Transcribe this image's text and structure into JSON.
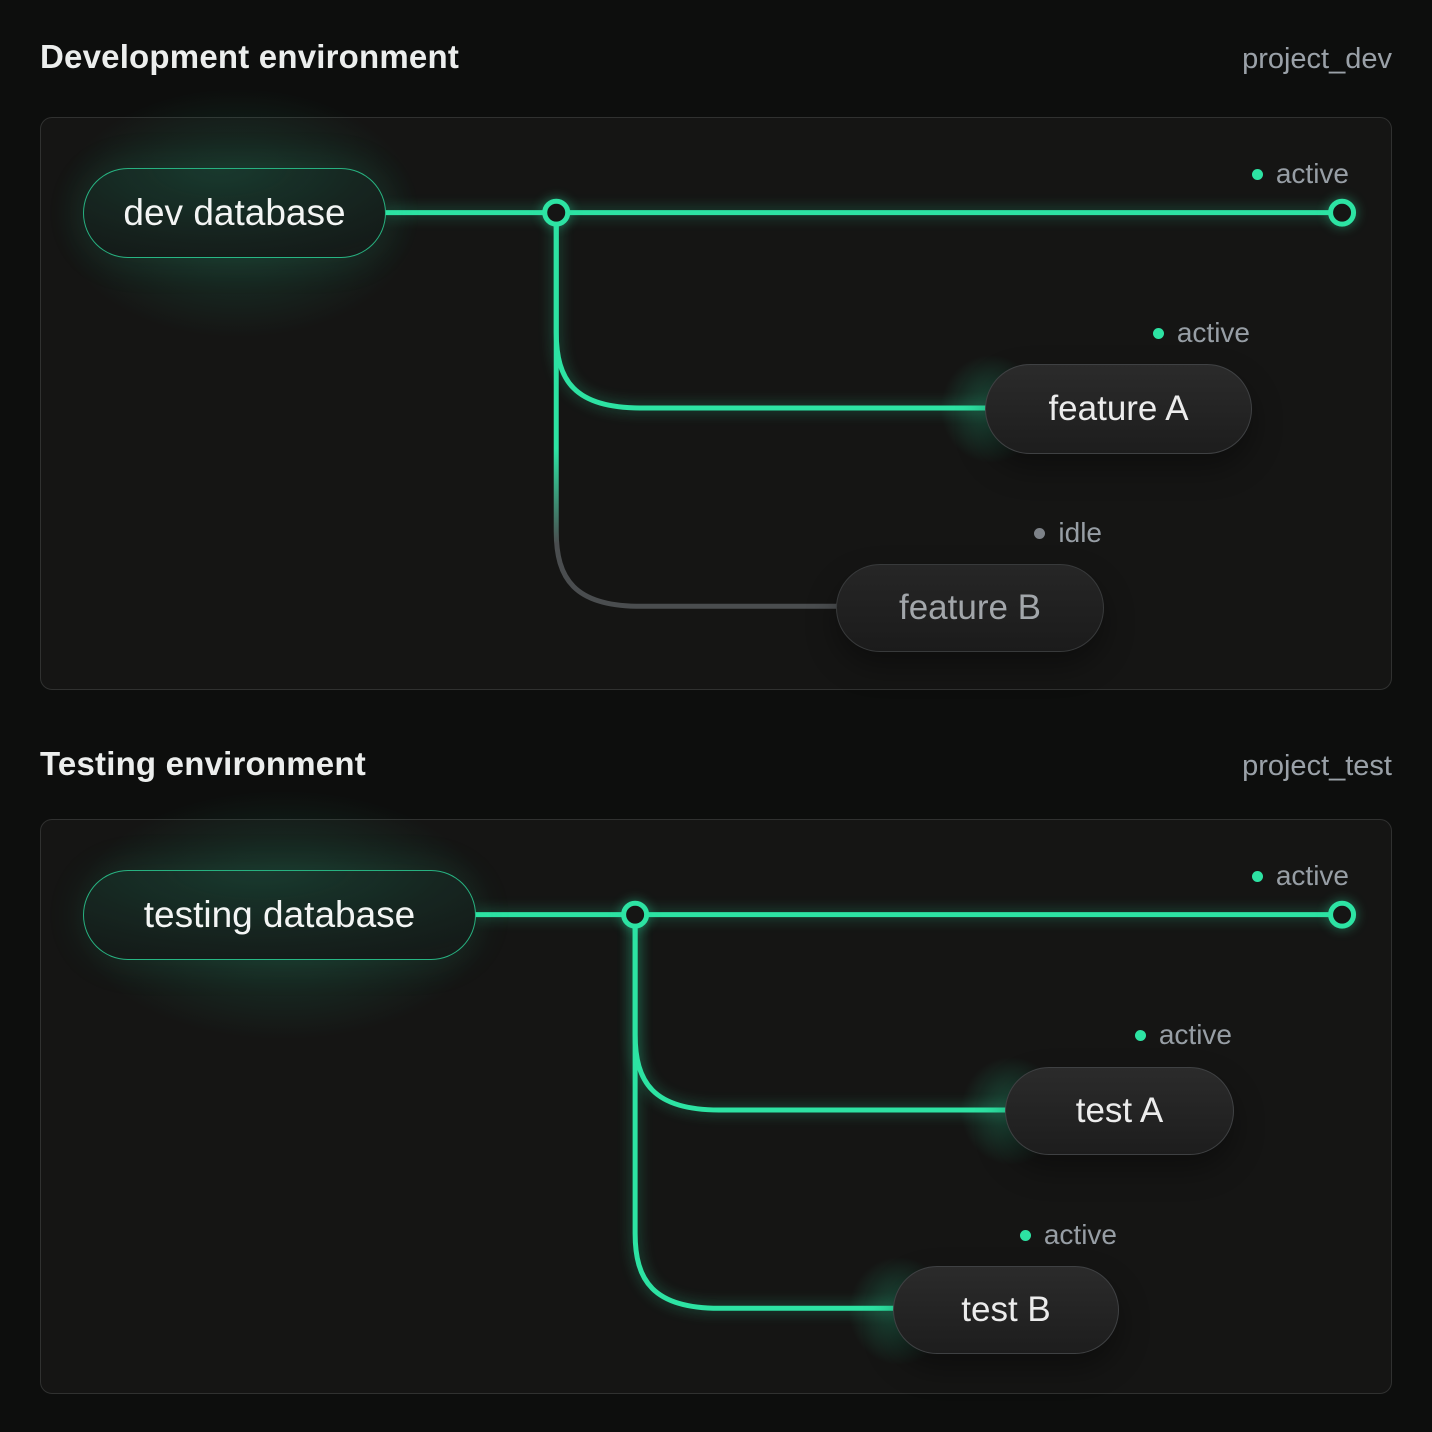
{
  "colors": {
    "accent": "#2de3a3",
    "idle_line": "#4a4d4f",
    "status_text": "#979ea5",
    "idle_dot": "#7d8288"
  },
  "sections": [
    {
      "title": "Development environment",
      "project_label": "project_dev",
      "database": {
        "label": "dev database"
      },
      "trunk_status": {
        "label": "active"
      },
      "branches": [
        {
          "label": "feature A",
          "status": "active"
        },
        {
          "label": "feature B",
          "status": "idle"
        }
      ]
    },
    {
      "title": "Testing environment",
      "project_label": "project_test",
      "database": {
        "label": "testing database"
      },
      "trunk_status": {
        "label": "active"
      },
      "branches": [
        {
          "label": "test A",
          "status": "active"
        },
        {
          "label": "test B",
          "status": "active"
        }
      ]
    }
  ]
}
